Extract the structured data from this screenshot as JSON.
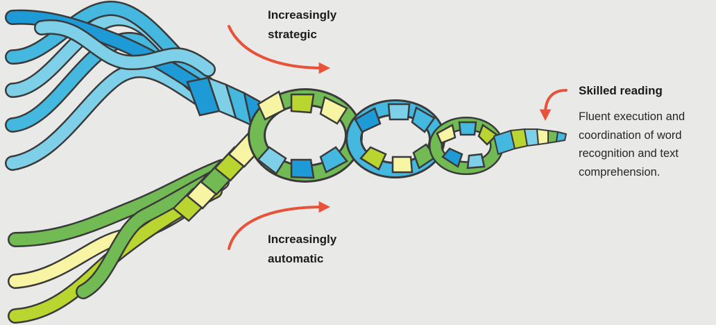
{
  "colors": {
    "background": "#e9e9e8",
    "arrow": "#e8523a",
    "outline": "#3a3a3a",
    "upper_strands": [
      "#1e9ad6",
      "#44b8de",
      "#7ed0e8"
    ],
    "lower_strands": [
      "#b9d530",
      "#72bb54",
      "#f7f4a4"
    ]
  },
  "labels": {
    "strategic": [
      "Increasingly",
      "strategic"
    ],
    "automatic": [
      "Increasingly",
      "automatic"
    ],
    "skilled_title": "Skilled reading",
    "skilled_description": [
      "Fluent execution and",
      "coordination of word",
      "recognition and text",
      "comprehension."
    ]
  },
  "icons": {
    "strategic_arrow": "curved-arrow-right-icon",
    "automatic_arrow": "curved-arrow-right-icon",
    "skilled_arrow": "curved-arrow-down-icon"
  }
}
